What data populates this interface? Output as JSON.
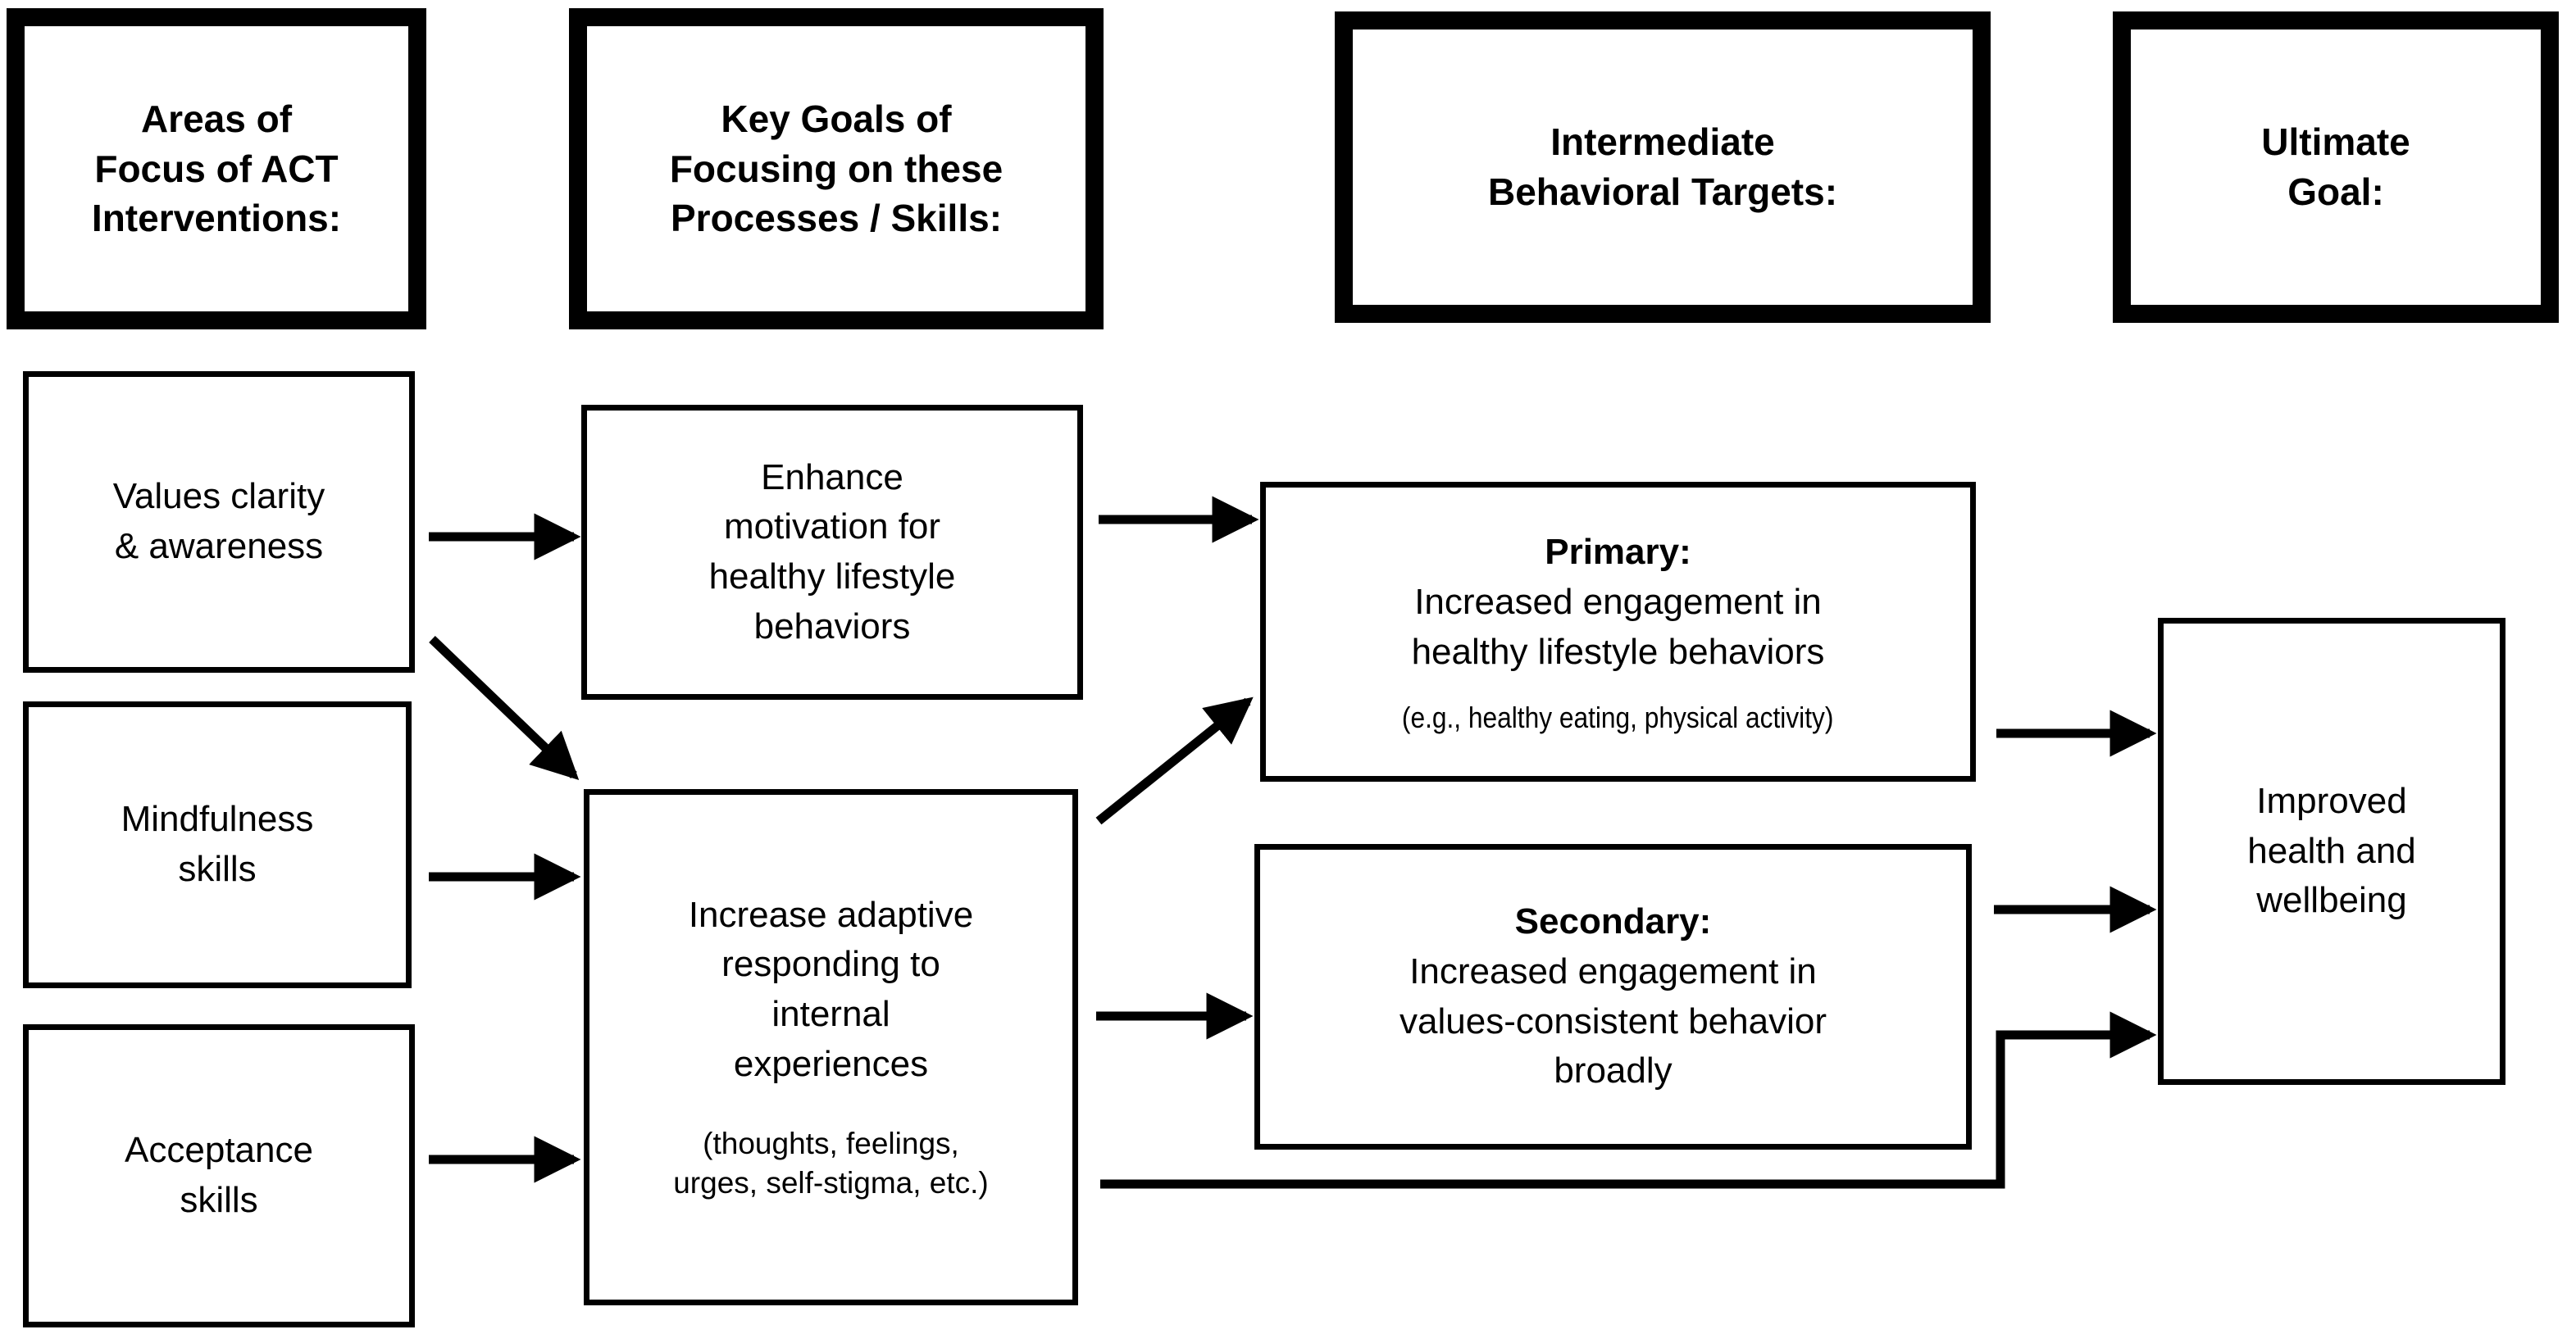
{
  "diagram": {
    "description": "ACT intervention logic model flowchart",
    "colors": {
      "line": "#000000",
      "background": "#ffffff",
      "text": "#000000"
    },
    "headers": {
      "areas": "Areas of\nFocus of ACT\nInterventions:",
      "key_goals": "Key Goals of\nFocusing on these\nProcesses / Skills:",
      "intermediate": "Intermediate\nBehavioral Targets:",
      "ultimate": "Ultimate\nGoal:"
    },
    "boxes": {
      "values": "Values clarity\n& awareness",
      "mindfulness": "Mindfulness\nskills",
      "acceptance": "Acceptance\nskills",
      "enhance": "Enhance\nmotivation for\nhealthy lifestyle\nbehaviors",
      "adaptive": "Increase adaptive\nresponding to\ninternal\nexperiences",
      "adaptive_note": "(thoughts, feelings,\nurges, self-stigma, etc.)",
      "primary_title": "Primary:",
      "primary_body": "Increased engagement in\nhealthy lifestyle behaviors",
      "primary_note": "(e.g., healthy eating, physical activity)",
      "secondary_title": "Secondary:",
      "secondary_body": "Increased engagement in\nvalues-consistent behavior\nbroadly",
      "ultimate_goal": "Improved\nhealth and\nwellbeing"
    },
    "connections": [
      {
        "from": "values-clarity",
        "to": "enhance-motivation",
        "shape": "straight"
      },
      {
        "from": "values-clarity",
        "to": "increase-adaptive",
        "shape": "diagonal"
      },
      {
        "from": "mindfulness-skills",
        "to": "increase-adaptive",
        "shape": "straight"
      },
      {
        "from": "acceptance-skills",
        "to": "increase-adaptive",
        "shape": "straight"
      },
      {
        "from": "enhance-motivation",
        "to": "primary-target",
        "shape": "straight"
      },
      {
        "from": "increase-adaptive",
        "to": "primary-target",
        "shape": "diagonal"
      },
      {
        "from": "increase-adaptive",
        "to": "secondary-target",
        "shape": "straight"
      },
      {
        "from": "increase-adaptive",
        "to": "ultimate-goal",
        "shape": "elbow"
      },
      {
        "from": "primary-target",
        "to": "ultimate-goal",
        "shape": "straight"
      },
      {
        "from": "secondary-target",
        "to": "ultimate-goal",
        "shape": "straight"
      }
    ]
  }
}
